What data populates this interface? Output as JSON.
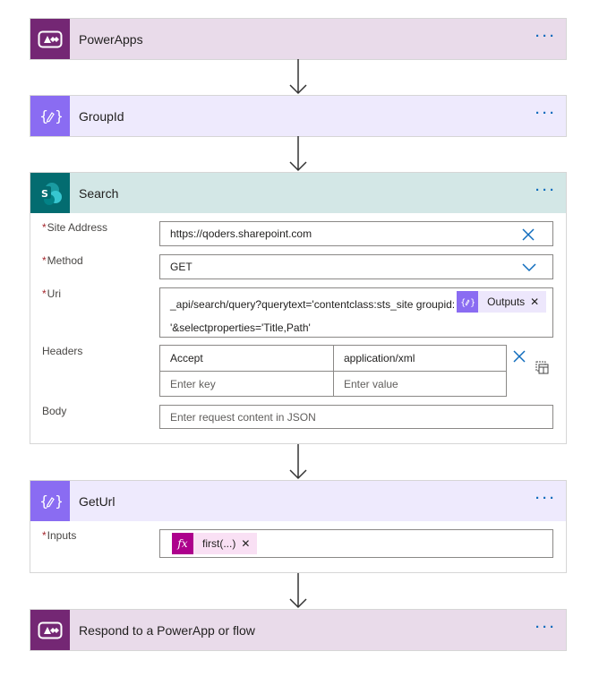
{
  "steps": {
    "powerapps": {
      "title": "PowerApps",
      "more": "···"
    },
    "groupid": {
      "title": "GroupId",
      "more": "···"
    },
    "search": {
      "title": "Search",
      "more": "···",
      "site_address": {
        "label": "Site Address",
        "value": "https://qoders.sharepoint.com"
      },
      "method": {
        "label": "Method",
        "value": "GET"
      },
      "uri": {
        "label": "Uri",
        "line1": "_api/search/query?querytext='contentclass:sts_site groupid:",
        "token": "Outputs",
        "line2": "'&selectproperties='Title,Path'"
      },
      "headers": {
        "label": "Headers",
        "key1": "Accept",
        "value1": "application/xml",
        "key_placeholder": "Enter key",
        "value_placeholder": "Enter value"
      },
      "body": {
        "label": "Body",
        "placeholder": "Enter request content in JSON"
      }
    },
    "geturl": {
      "title": "GetUrl",
      "more": "···",
      "inputs": {
        "label": "Inputs",
        "token": "first(...)"
      }
    },
    "respond": {
      "title": "Respond to a PowerApp or flow",
      "more": "···"
    }
  },
  "required_marker": "*",
  "token_close": "✕",
  "colors": {
    "powerapps_brand": "#742774",
    "variable_brand": "#8a6cf2",
    "sharepoint_brand": "#036c70",
    "expression_brand": "#ad008c",
    "link_blue": "#0f6cbd",
    "required_red": "#a4262c"
  },
  "icons": {
    "powerapps": "powerapps-icon",
    "variable": "variable-icon",
    "sharepoint": "sharepoint-icon",
    "expression": "fx-icon"
  }
}
